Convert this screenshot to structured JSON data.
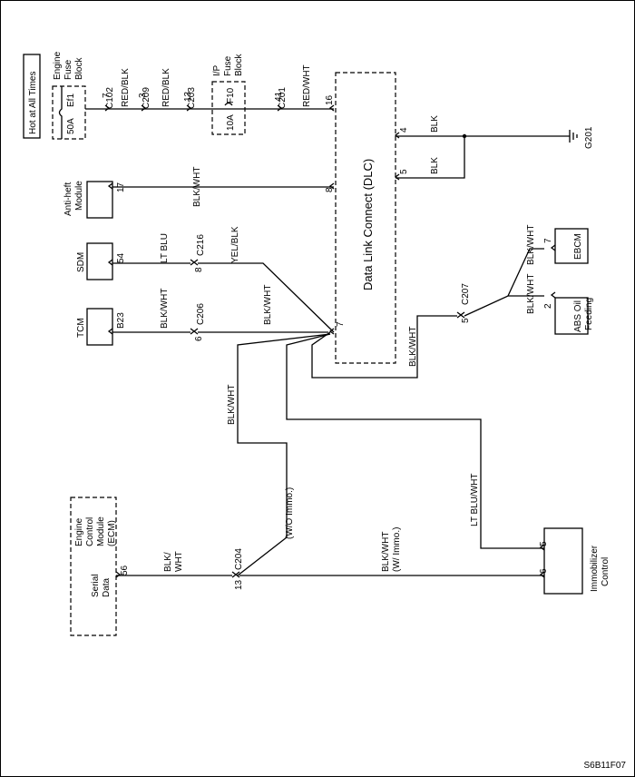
{
  "diagram": {
    "figure_id": "S6B11F07",
    "power_header": "Hot  at All Times",
    "fuse_blocks": {
      "engine": {
        "name": "Engine Fuse Block",
        "line1": "Engine",
        "line2": "Fuse",
        "line3": "Block",
        "fuse": "Ef1",
        "rating": "50A"
      },
      "ip": {
        "name": "I/P Fuse Block",
        "line1": "I/P",
        "line2": "Fuse",
        "line3": "Block",
        "fuse": "F10",
        "rating": "10A"
      }
    },
    "dlc": {
      "label": "Data Link Connect (DLC)"
    },
    "ground": {
      "label": "G201"
    },
    "modules": {
      "antitheft": {
        "line1": "Anti-heft",
        "line2": "Module",
        "pin": "17"
      },
      "sdm": {
        "label": "SDM",
        "pin": "54"
      },
      "tcm": {
        "label": "TCM",
        "pin": "B23"
      },
      "ebcm": {
        "label": "EBCM",
        "pin": "7"
      },
      "abs": {
        "line1": "ABS Oil",
        "line2": "Feeding",
        "pin": "2"
      },
      "ecm": {
        "line1": "Engine",
        "line2": "Control",
        "line3": "Module",
        "line4": "(ECM)",
        "serial_line1": "Serial",
        "serial_line2": "Data",
        "pin": "56"
      },
      "immobilizer": {
        "line1": "Immobilizer",
        "line2": "Control",
        "pin_top": "5",
        "pin_bottom": "6"
      }
    },
    "connectors": {
      "c102": {
        "id": "C102",
        "pin": "7"
      },
      "c209": {
        "id": "C209",
        "pin": "3"
      },
      "c203": {
        "id": "C203",
        "pin": "13"
      },
      "c201": {
        "id": "C201",
        "pin": "41"
      },
      "c216": {
        "id": "C216",
        "pin": "8"
      },
      "c206": {
        "id": "C206",
        "pin": "6"
      },
      "c207": {
        "id": "C207",
        "pin": "5"
      },
      "c204": {
        "id": "C204",
        "pin": "13"
      }
    },
    "dlc_pins": {
      "p16": "16",
      "p4": "4",
      "p5": "5",
      "p8": "8",
      "p7": "7"
    },
    "wires": {
      "red_blk_1": "RED/BLK",
      "red_blk_2": "RED/BLK",
      "red_wht": "RED/WHT",
      "blk_1": "BLK",
      "blk_2": "BLK",
      "antitheft": "BLK/WHT",
      "sdm": "LT BLU",
      "sdm_dlc": "YEL/BLK",
      "tcm": "BLK/WHT",
      "tcm_dlc": "BLK/WHT",
      "ebcm": "BLK/WHT",
      "abs": "BLK/WHT",
      "c207_dlc": "BLK/WHT",
      "ecm_branch": "BLK/WHT",
      "lt_blu_wht": "LT BLU/WHT",
      "ecm_out_1": "BLK/",
      "ecm_out_2": "WHT",
      "wo_immo": "(W/O Immo.)",
      "w_immo_1": "BLK/WHT",
      "w_immo_2": "(W/ Immo.)"
    }
  }
}
